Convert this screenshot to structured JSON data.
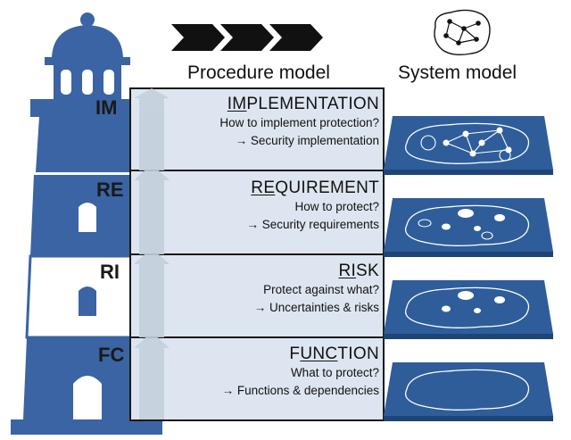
{
  "headers": {
    "procedure": "Procedure model",
    "system": "System model"
  },
  "colors": {
    "accent": "#3a64a3",
    "band": "#dde6f0",
    "dark": "#1a1a1a"
  },
  "layers": [
    {
      "abbr": "IM",
      "title_segments": [
        [
          "IM",
          true
        ],
        [
          "PLEMENTATION",
          false
        ]
      ],
      "line1": "How to implement protection?",
      "line2": "→ Security implementation"
    },
    {
      "abbr": "RE",
      "title_segments": [
        [
          "RE",
          true
        ],
        [
          "QUIREMENT",
          false
        ]
      ],
      "line1": "How to protect?",
      "line2": "→ Security requirements"
    },
    {
      "abbr": "RI",
      "title_segments": [
        [
          "RI",
          true
        ],
        [
          "SK",
          false
        ]
      ],
      "line1": "Protect against what?",
      "line2": "→ Uncertainties & risks"
    },
    {
      "abbr": "FC",
      "title_segments": [
        [
          "F",
          false
        ],
        [
          "UN",
          true
        ],
        [
          "C",
          true
        ],
        [
          "TION",
          false
        ]
      ],
      "line1": "What to protect?",
      "line2": "→ Functions & dependencies"
    }
  ]
}
